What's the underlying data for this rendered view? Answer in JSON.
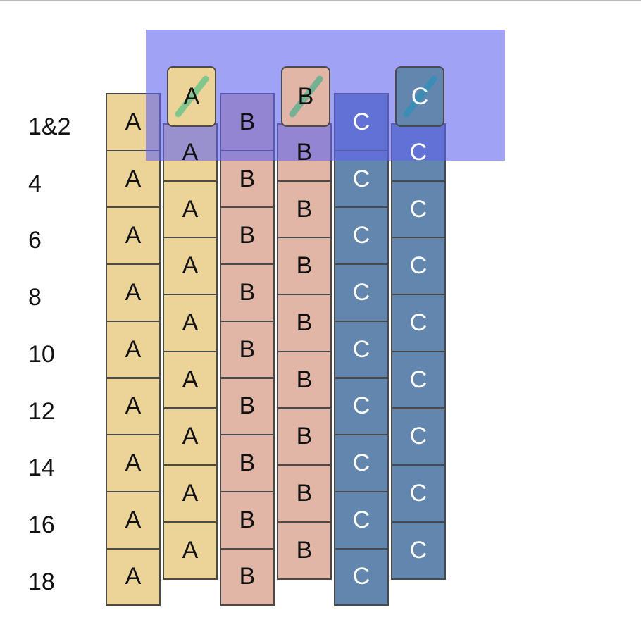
{
  "row_labels": [
    "1&2",
    "4",
    "6",
    "8",
    "10",
    "12",
    "14",
    "16",
    "18"
  ],
  "columns": [
    {
      "letter": "A",
      "color": "#ecd498",
      "text_color": "#111111",
      "cells": 9,
      "offset": false
    },
    {
      "letter": "A",
      "color": "#ecd498",
      "text_color": "#111111",
      "cells": 8,
      "offset": true
    },
    {
      "letter": "B",
      "color": "#e1b6a7",
      "text_color": "#111111",
      "cells": 9,
      "offset": false
    },
    {
      "letter": "B",
      "color": "#e1b6a7",
      "text_color": "#111111",
      "cells": 8,
      "offset": true
    },
    {
      "letter": "C",
      "color": "#6286ae",
      "text_color": "#ffffff",
      "cells": 9,
      "offset": false
    },
    {
      "letter": "C",
      "color": "#6286ae",
      "text_color": "#ffffff",
      "cells": 8,
      "offset": true
    }
  ],
  "raised_cells": [
    {
      "letter": "A",
      "color": "#ecd498",
      "text_color": "#111111",
      "slash_color": "#5cc28a"
    },
    {
      "letter": "B",
      "color": "#e1b6a7",
      "text_color": "#111111",
      "slash_color": "#4fae8a"
    },
    {
      "letter": "C",
      "color": "#6286ae",
      "text_color": "#ffffff",
      "slash_color": "#2f8fb8"
    }
  ],
  "highlight_color": "#6064f0"
}
